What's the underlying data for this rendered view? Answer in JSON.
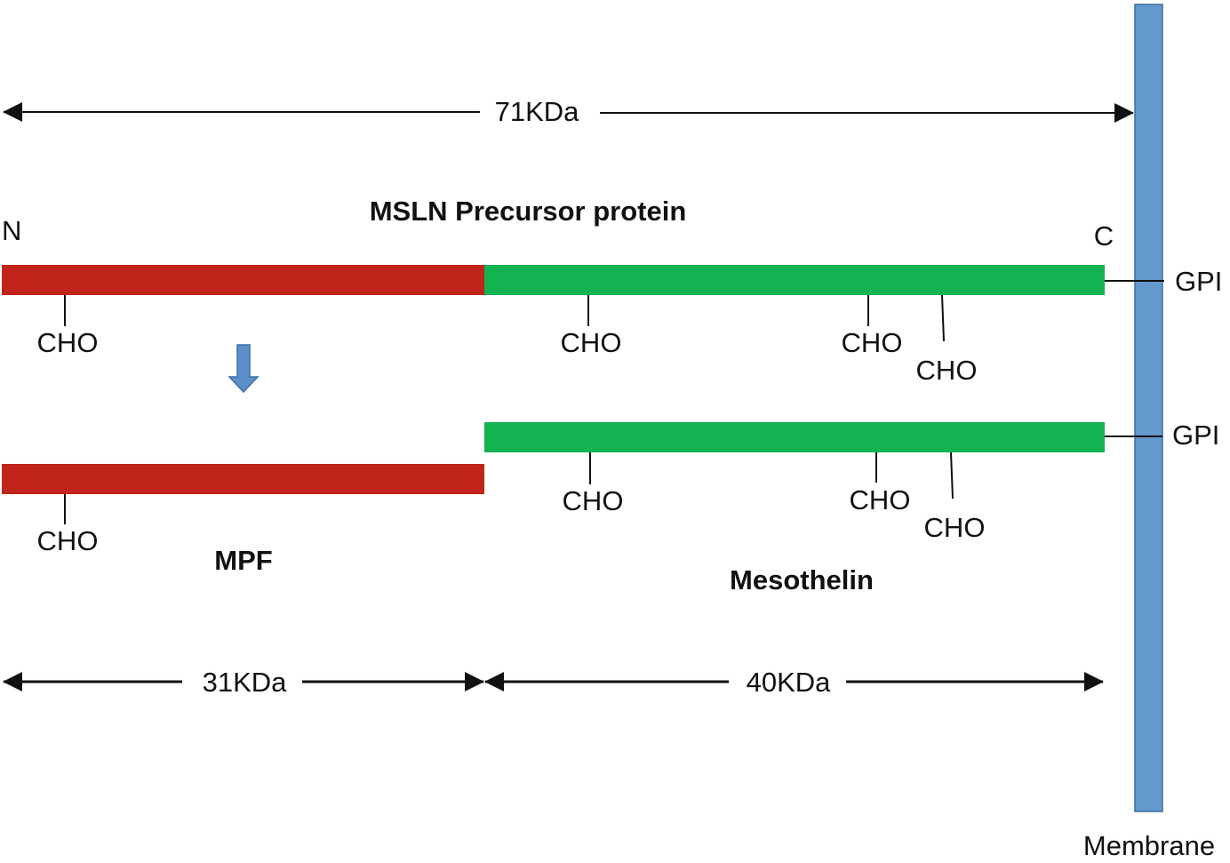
{
  "total_size_label": "71KDa",
  "precursor_title": "MSLN Precursor protein",
  "n_terminus_label": "N",
  "c_terminus_label": "C",
  "gpi_label_top": "GPI",
  "gpi_label_bottom": "GPI",
  "glycosylation_label": "CHO",
  "mpf_label": "MPF",
  "mesothelin_label": "Mesothelin",
  "mpf_size_label": "31KDa",
  "mesothelin_size_label": "40KDa",
  "membrane_label": "Membrane",
  "colors": {
    "mpf_segment": "#c0241a",
    "mesothelin_segment": "#13b351",
    "membrane": "#6399cc",
    "cleavage_arrow": "#5b8fc9",
    "line": "#111111"
  }
}
